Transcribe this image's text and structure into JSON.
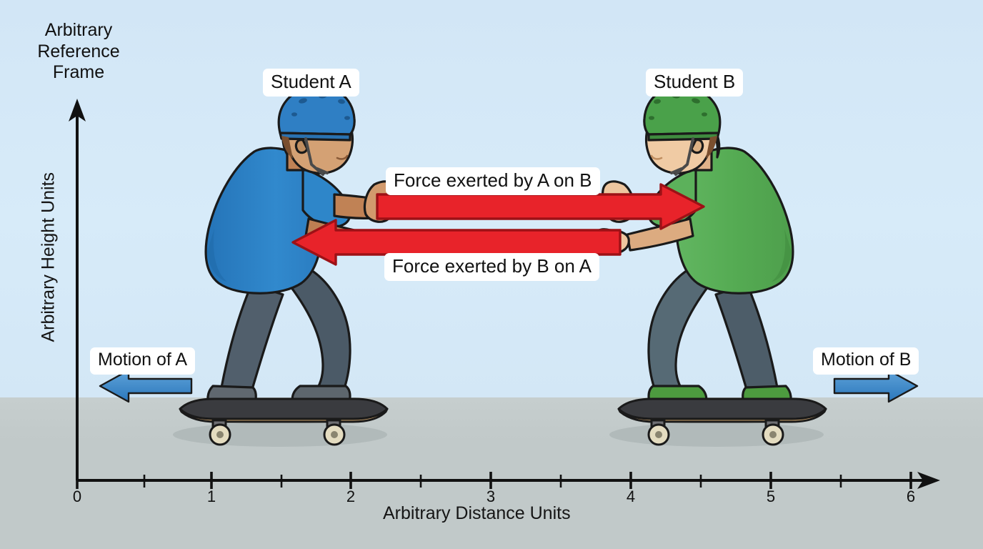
{
  "figure": {
    "kind": "physics-diagram",
    "topic": "Newton's third law - two students on skateboards pushing apart",
    "reference_frame_label": "Arbitrary Reference Frame"
  },
  "axes": {
    "y_title": "Arbitrary Height Units",
    "x_title": "Arbitrary Distance Units",
    "x_ticks": [
      "0",
      "1",
      "2",
      "3",
      "4",
      "5",
      "6"
    ],
    "x_min": 0,
    "x_max": 6,
    "minor_ticks_per_unit": 2,
    "axis_color": "#111111"
  },
  "actors": [
    {
      "id": "a",
      "label": "Student A",
      "helmet_color": "#2f7fc4",
      "shirt_color": "#2e82c6",
      "pants_color": "#4e6170",
      "shoe_color": "#5b646b",
      "skin_color": "#c98e63",
      "position_units": 1.55,
      "facing": "right"
    },
    {
      "id": "b",
      "label": "Student B",
      "helmet_color": "#4aa14a",
      "shirt_color": "#5cb15c",
      "pants_color": "#566a75",
      "shoe_color": "#4d9b3f",
      "skin_color": "#e8c29a",
      "position_units": 4.55,
      "facing": "left"
    }
  ],
  "forces": [
    {
      "id": "a-on-b",
      "label": "Force exerted by A on B",
      "direction": "right",
      "color": "#e8232a",
      "outline_color": "#9d1116"
    },
    {
      "id": "b-on-a",
      "label": "Force exerted by B on A",
      "direction": "left",
      "color": "#e8232a",
      "outline_color": "#9d1116"
    }
  ],
  "motions": [
    {
      "id": "motion-a",
      "label": "Motion of A",
      "direction": "left",
      "color": "#2f7fc4"
    },
    {
      "id": "motion-b",
      "label": "Motion of B",
      "direction": "right",
      "color": "#2f7fc4"
    }
  ],
  "palette": {
    "sky": "#d4e8f7",
    "ground": "#c1c9c9",
    "outline": "#1a1a1a",
    "skateboard_deck": "#3a3b3f",
    "skateboard_edge": "#c8a06b",
    "wheel": "#e4dcc0"
  },
  "chart_data": {
    "type": "scatter",
    "title": "Arbitrary Reference Frame",
    "xlabel": "Arbitrary Distance Units",
    "ylabel": "Arbitrary Height Units",
    "xlim": [
      0,
      6
    ],
    "xticks": [
      0,
      1,
      2,
      3,
      4,
      5,
      6
    ],
    "grid": false,
    "legend": "none",
    "annotations": [
      "Student A",
      "Student B",
      "Force exerted by A on B",
      "Force exerted by B on A",
      "Motion of A",
      "Motion of B"
    ],
    "series": [
      {
        "name": "Student A",
        "x": [
          1.55
        ],
        "y": [
          0
        ]
      },
      {
        "name": "Student B",
        "x": [
          4.55
        ],
        "y": [
          0
        ]
      }
    ]
  }
}
